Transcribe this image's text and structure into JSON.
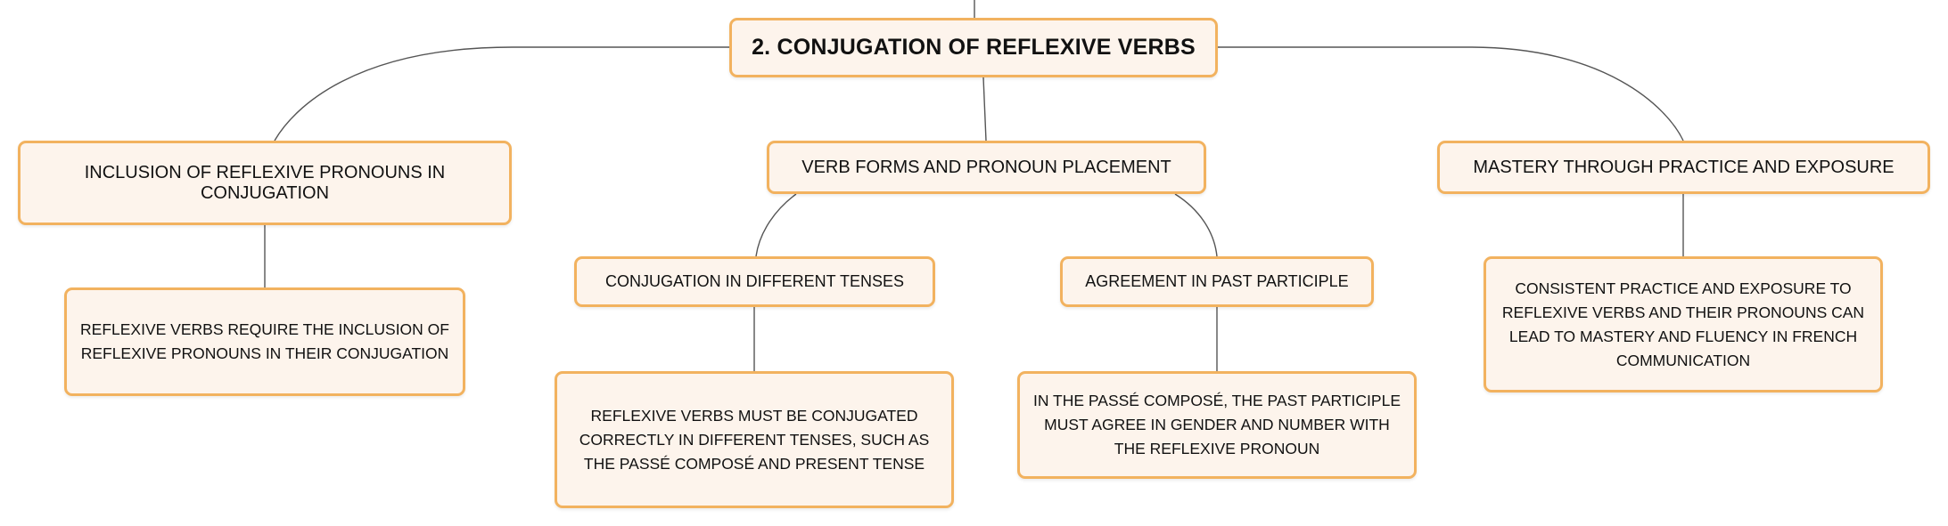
{
  "mindmap": {
    "root": "2. CONJUGATION OF REFLEXIVE VERBS",
    "inclusion": {
      "title": "INCLUSION OF REFLEXIVE PRONOUNS IN CONJUGATION",
      "detail": "REFLEXIVE VERBS REQUIRE THE INCLUSION OF REFLEXIVE PRONOUNS IN THEIR CONJUGATION"
    },
    "verb_forms": {
      "title": "VERB FORMS AND PRONOUN PLACEMENT",
      "tenses": {
        "title": "CONJUGATION IN DIFFERENT TENSES",
        "detail": "REFLEXIVE VERBS MUST BE CONJUGATED CORRECTLY IN DIFFERENT TENSES, SUCH AS THE PASSÉ COMPOSÉ AND PRESENT TENSE"
      },
      "agreement": {
        "title": "AGREEMENT IN PAST PARTICIPLE",
        "detail": "IN THE PASSÉ COMPOSÉ, THE PAST PARTICIPLE MUST AGREE IN GENDER AND NUMBER WITH THE REFLEXIVE PRONOUN"
      }
    },
    "mastery": {
      "title": "MASTERY THROUGH PRACTICE AND EXPOSURE",
      "detail": "CONSISTENT PRACTICE AND EXPOSURE TO REFLEXIVE VERBS AND THEIR PRONOUNS CAN LEAD TO MASTERY AND FLUENCY IN FRENCH COMMUNICATION"
    }
  },
  "colors": {
    "node_fill": "#fdf4ec",
    "node_border": "#f2b25f",
    "connector": "#555555"
  }
}
